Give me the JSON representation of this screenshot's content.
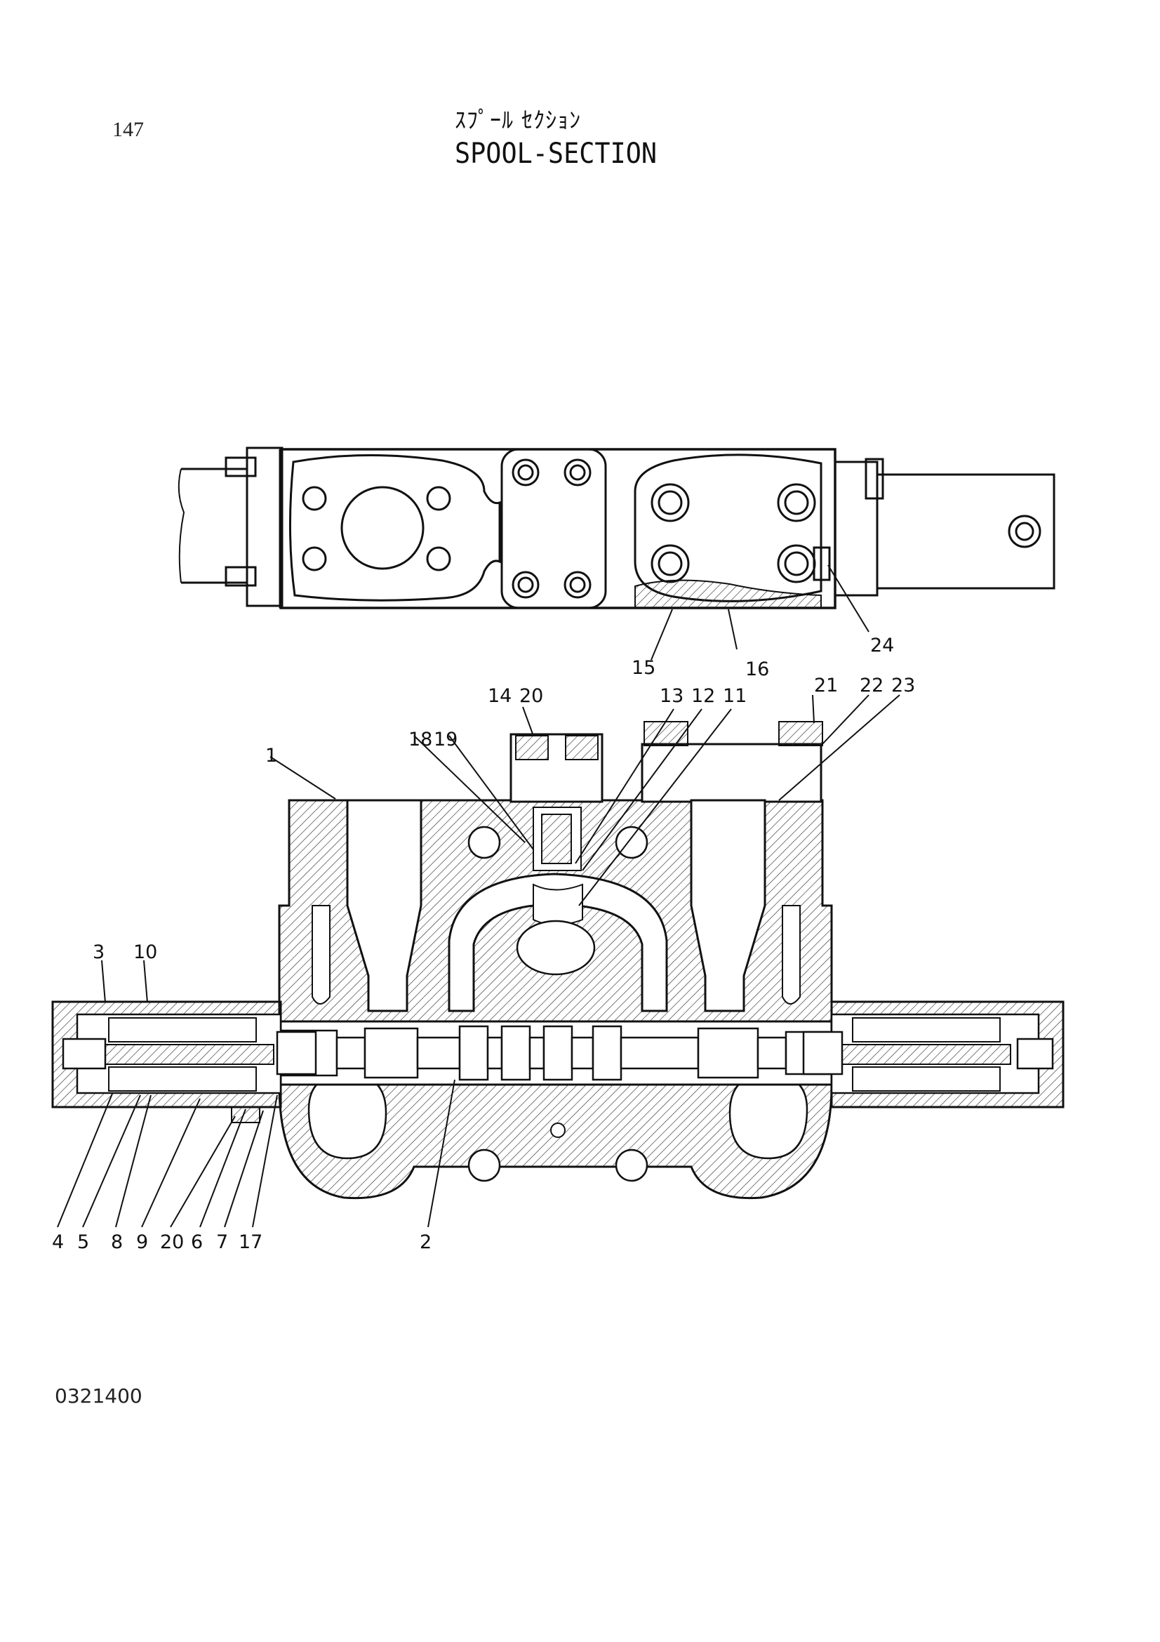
{
  "page_number": "147",
  "title_japanese": "ｽﾌﾟｰﾙ ｾｸｼｮﾝ",
  "title_english": "SPOOL-SECTION",
  "drawing_code": "0321400",
  "callouts": [
    "1",
    "2",
    "3",
    "4",
    "5",
    "6",
    "7",
    "8",
    "9",
    "10",
    "11",
    "12",
    "13",
    "14",
    "15",
    "16",
    "17",
    "18",
    "19",
    "20",
    "20",
    "21",
    "22",
    "23",
    "24"
  ]
}
